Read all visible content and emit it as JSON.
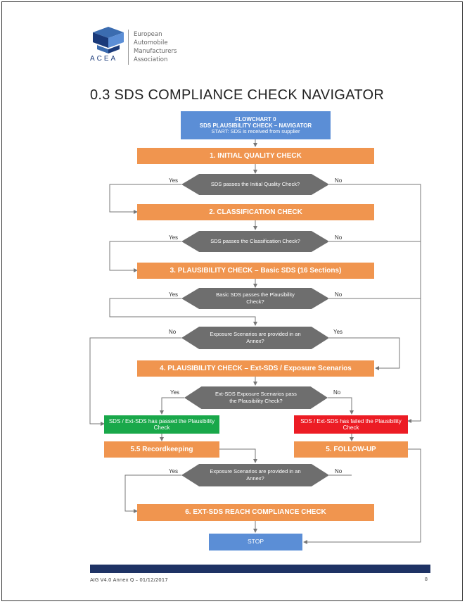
{
  "org": {
    "abbr": "ACEA",
    "name_lines": [
      "European",
      "Automobile",
      "Manufacturers",
      "Association"
    ]
  },
  "title": "0.3  SDS COMPLIANCE CHECK NAVIGATOR",
  "flowchart": {
    "header": {
      "line1": "FLOWCHART 0",
      "line2": "SDS PLAUSIBILITY CHECK – NAVIGATOR",
      "line3": "START: SDS is received from supplier"
    },
    "steps": {
      "initial": "1.  INITIAL QUALITY CHECK",
      "classification": "2.  CLASSIFICATION CHECK",
      "plausibility_basic": "3.  PLAUSIBILITY CHECK – Basic SDS (16 Sections)",
      "plausibility_ext": "4.  PLAUSIBILITY CHECK – Ext-SDS / Exposure Scenarios",
      "recordkeeping": "5.5  Recordkeeping",
      "followup": "5.  FOLLOW-UP",
      "ext_reach": "6.  EXT-SDS REACH COMPLIANCE CHECK",
      "stop": "STOP"
    },
    "decisions": {
      "d1": "SDS passes the Initial Quality Check?",
      "d2": "SDS passes the Classification Check?",
      "d3": "Basic SDS passes the Plausibility Check?",
      "d4": "Exposure Scenarios are provided in an Annex?",
      "d5": "Ext-SDS Exposure Scenarios pass the Plausibility Check?",
      "d6": "Exposure Scenarios are provided in an Annex?"
    },
    "outcomes": {
      "passed": "SDS / Ext-SDS has passed the Plausibility Check",
      "failed": "SDS / Ext-SDS has failed the Plausibility Check"
    },
    "labels": {
      "yes": "Yes",
      "no": "No"
    }
  },
  "footer": {
    "left": "AIG V4.0 Annex Q – 01/12/2017",
    "page": "8"
  },
  "colors": {
    "orange": "#f0954f",
    "blue": "#5b8ed6",
    "green": "#19a84a",
    "red": "#ec1c24",
    "decision_gray": "#6e6e6e",
    "footer_navy": "#1e3264"
  }
}
